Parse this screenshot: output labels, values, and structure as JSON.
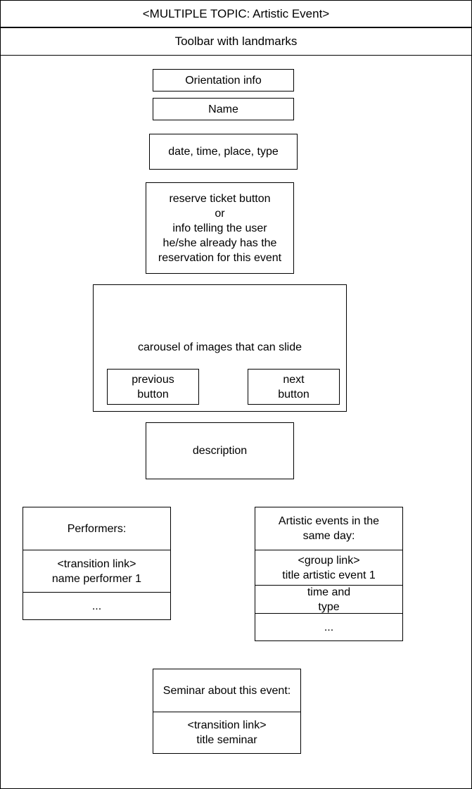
{
  "header": {
    "title": "<MULTIPLE TOPIC: Artistic Event>",
    "toolbar": "Toolbar with landmarks"
  },
  "main": {
    "orientation_info": "Orientation info",
    "name": "Name",
    "details": "date, time, place, type",
    "reservation": "reserve ticket button\nor\ninfo telling the user\nhe/she already has the\nreservation for this event",
    "carousel": {
      "label": "carousel of images that can slide",
      "previous": "previous\nbutton",
      "next": "next\nbutton"
    },
    "description": "description"
  },
  "performers": {
    "header": "Performers:",
    "item_1": "<transition link>\nname performer 1",
    "more": "..."
  },
  "same_day_events": {
    "header": "Artistic events in the\nsame day:",
    "item_1": "<group link>\ntitle artistic event 1",
    "item_1_meta": "time and\ntype",
    "more": "..."
  },
  "seminar": {
    "header": "Seminar about this event:",
    "item": "<transition link>\ntitle seminar"
  }
}
